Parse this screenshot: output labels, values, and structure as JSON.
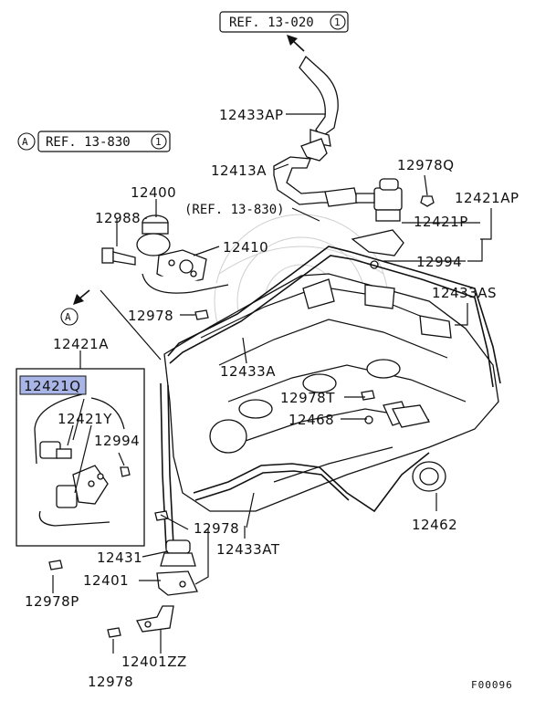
{
  "references": {
    "top": "REF. 13-020",
    "top_circle": "1",
    "left_marker": "A",
    "left": "REF. 13-830",
    "left_circle": "1",
    "middle": "(REF. 13-830)",
    "lower_marker": "A"
  },
  "parts": {
    "p12433AP": "12433AP",
    "p12413A": "12413A",
    "p12978Q": "12978Q",
    "p12421AP": "12421AP",
    "p12400": "12400",
    "p12988": "12988",
    "p12421P": "12421P",
    "p12410": "12410",
    "p12994_top": "12994",
    "p12433AS": "12433AS",
    "p12978_mid": "12978",
    "p12421A": "12421A",
    "p12421Q": "12421Q",
    "p12433A": "12433A",
    "p12978T": "12978T",
    "p12421Y": "12421Y",
    "p12468": "12468",
    "p12994_box": "12994",
    "p12978_low": "12978",
    "p12462": "12462",
    "p12433AT": "12433AT",
    "p12431": "12431",
    "p12401": "12401",
    "p12978P": "12978P",
    "p12401ZZ": "12401ZZ",
    "p12978_bottom": "12978"
  },
  "figure_code": "F00096",
  "colors": {
    "highlight_box": "#a9b5e6",
    "line": "#111111"
  },
  "highlighted_part": "12421Q"
}
